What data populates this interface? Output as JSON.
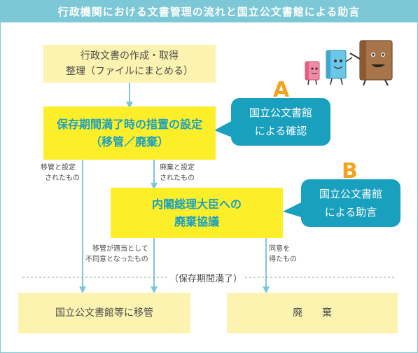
{
  "title": "行政機関における文書管理の流れと国立公文書館による助言",
  "boxes": {
    "creation": {
      "line1": "行政文書の作成・取得",
      "line2": "整理（ファイルにまとめる）"
    },
    "retention": {
      "line1": "保存期間満了時の措置の設定",
      "line2": "（移管／廃棄）"
    },
    "consult": {
      "line1": "内閣総理大臣への",
      "line2": "廃棄協議"
    },
    "transfer": {
      "label": "国立公文書館等に移管"
    },
    "disposal": {
      "label": "廃　　棄"
    }
  },
  "callouts": {
    "a": {
      "letter": "A",
      "line1": "国立公文書館",
      "line2": "による確認"
    },
    "b": {
      "letter": "B",
      "line1": "国立公文書館",
      "line2": "による助言"
    }
  },
  "notes": {
    "transfer_set": [
      "移管と設定",
      "されたもの"
    ],
    "disposal_set": [
      "廃棄と設定",
      "されたもの"
    ],
    "disagree": [
      "移管が適当として",
      "不同意となったもの"
    ],
    "agree": [
      "同意を",
      "得たもの"
    ]
  },
  "period_end": "（保存期間満了）",
  "colors": {
    "header": "#7cc8d6",
    "pale_yellow": "#fdf3b0",
    "bright_yellow": "#fdee2a",
    "teal": "#1aa0bf",
    "letter_orange": "#f3a320"
  },
  "mascots": [
    "book-mascot-small-icon",
    "book-mascot-medium-icon",
    "book-mascot-large-icon"
  ]
}
